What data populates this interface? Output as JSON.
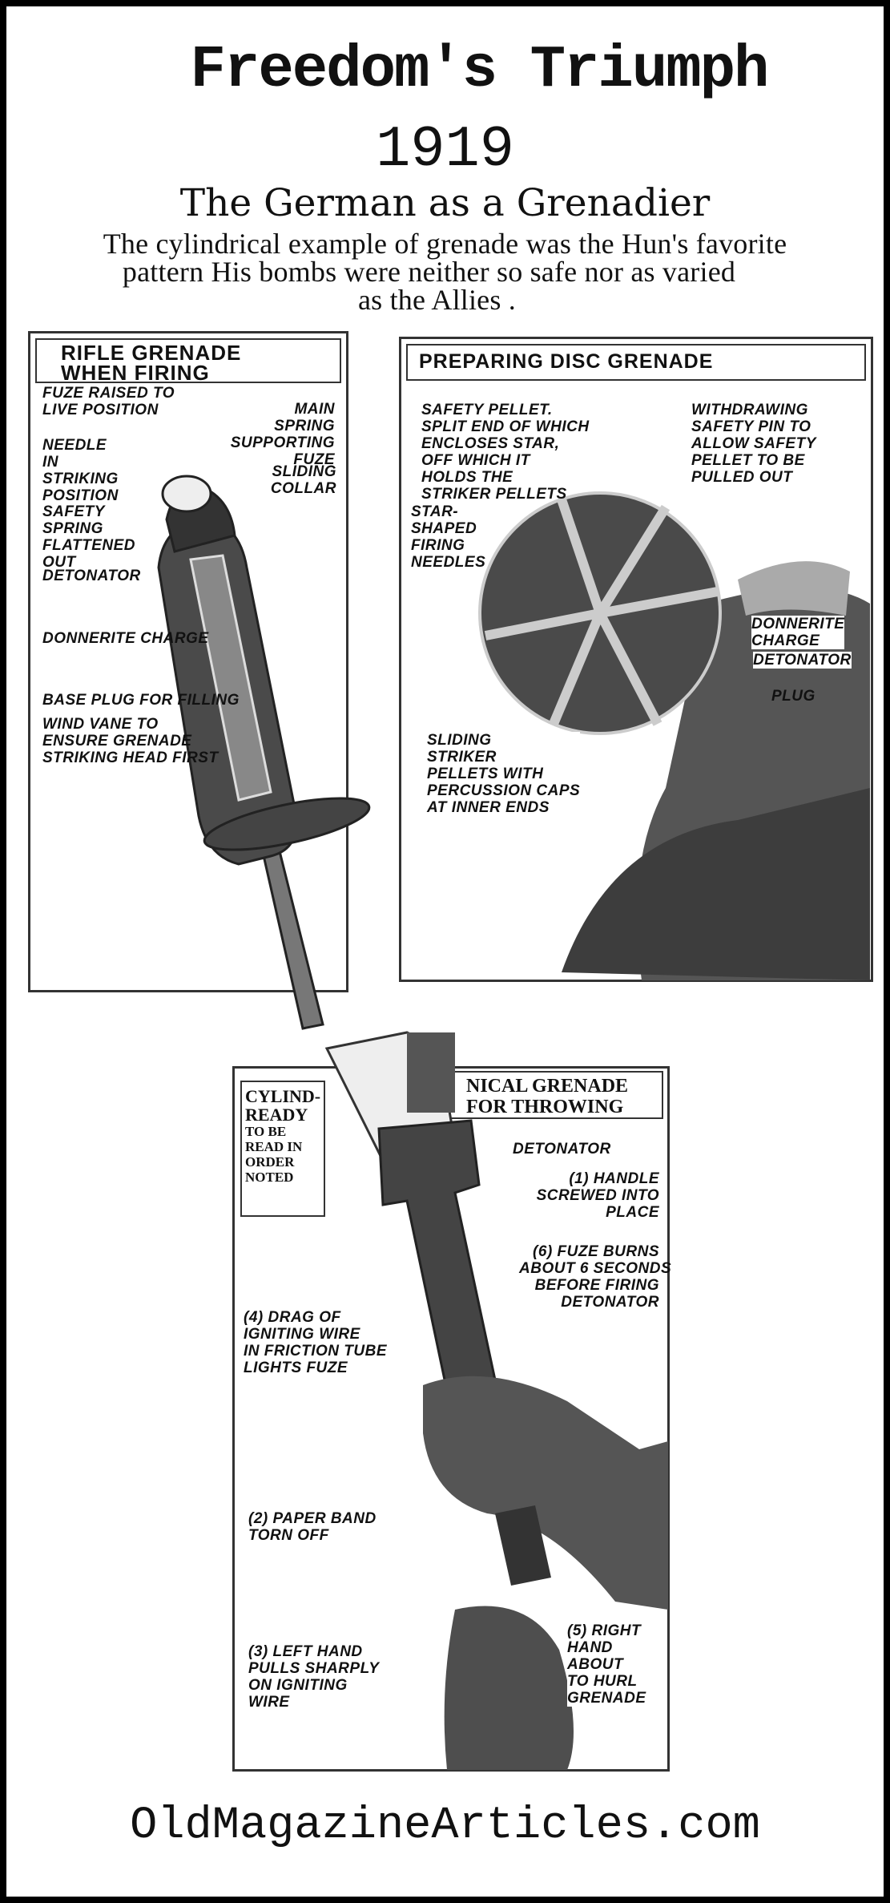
{
  "header": {
    "title": "Freedom's Triumph",
    "year": "1919",
    "subtitle": "The German as a Grenadier",
    "description": [
      "The cylindrical example of grenade was the Hun's favorite",
      "pattern His bombs were neither so safe nor as varied",
      "as the Allies ."
    ]
  },
  "panels": {
    "rifle": {
      "header": [
        "RIFLE GRENADE",
        "WHEN FIRING"
      ],
      "labels": [
        "FUZE RAISED TO\nLIVE POSITION",
        "MAIN\nSPRING\nSUPPORTING\nFUZE",
        "NEEDLE\nIN\nSTRIKING\nPOSITION",
        "SLIDING\nCOLLAR",
        "SAFETY\nSPRING\nFLATTENED\nOUT",
        "DETONATOR",
        "DONNERITE CHARGE",
        "BASE PLUG FOR FILLING",
        "WIND VANE TO\nENSURE GRENADE\nSTRIKING HEAD FIRST"
      ]
    },
    "disc": {
      "header": "PREPARING DISC GRENADE",
      "labels": [
        "SAFETY PELLET.\nSPLIT END OF WHICH\nENCLOSES STAR,\nOFF WHICH IT\nHOLDS THE\nSTRIKER PELLETS",
        "WITHDRAWING\nSAFETY PIN TO\nALLOW SAFETY\nPELLET TO BE\nPULLED OUT",
        "STAR-\nSHAPED\nFIRING\nNEEDLES",
        "DONNERITE\nCHARGE",
        "DETONATOR",
        "PLUG",
        "SLIDING\nSTRIKER\nPELLETS WITH\nPERCUSSION CAPS\nAT INNER ENDS"
      ]
    },
    "cylindrical": {
      "header_left": [
        "CYLIND-",
        "READY"
      ],
      "header_right": [
        "NICAL GRENADE",
        "FOR THROWING"
      ],
      "note": "TO BE\nREAD IN\nORDER\nNOTED",
      "labels": [
        "DETONATOR",
        "(1) HANDLE\nSCREWED INTO\nPLACE",
        "(6) FUZE BURNS\nABOUT 6 SECONDS\nBEFORE FIRING\nDETONATOR",
        "(4) DRAG OF\nIGNITING WIRE\nIN FRICTION TUBE\nLIGHTS FUZE",
        "(2) PAPER BAND\nTORN OFF",
        "(3) LEFT HAND\nPULLS SHARPLY\nON IGNITING\nWIRE",
        "(5) RIGHT\nHAND\nABOUT\nTO HURL\nGRENADE"
      ]
    }
  },
  "footer": "OldMagazineArticles.com"
}
